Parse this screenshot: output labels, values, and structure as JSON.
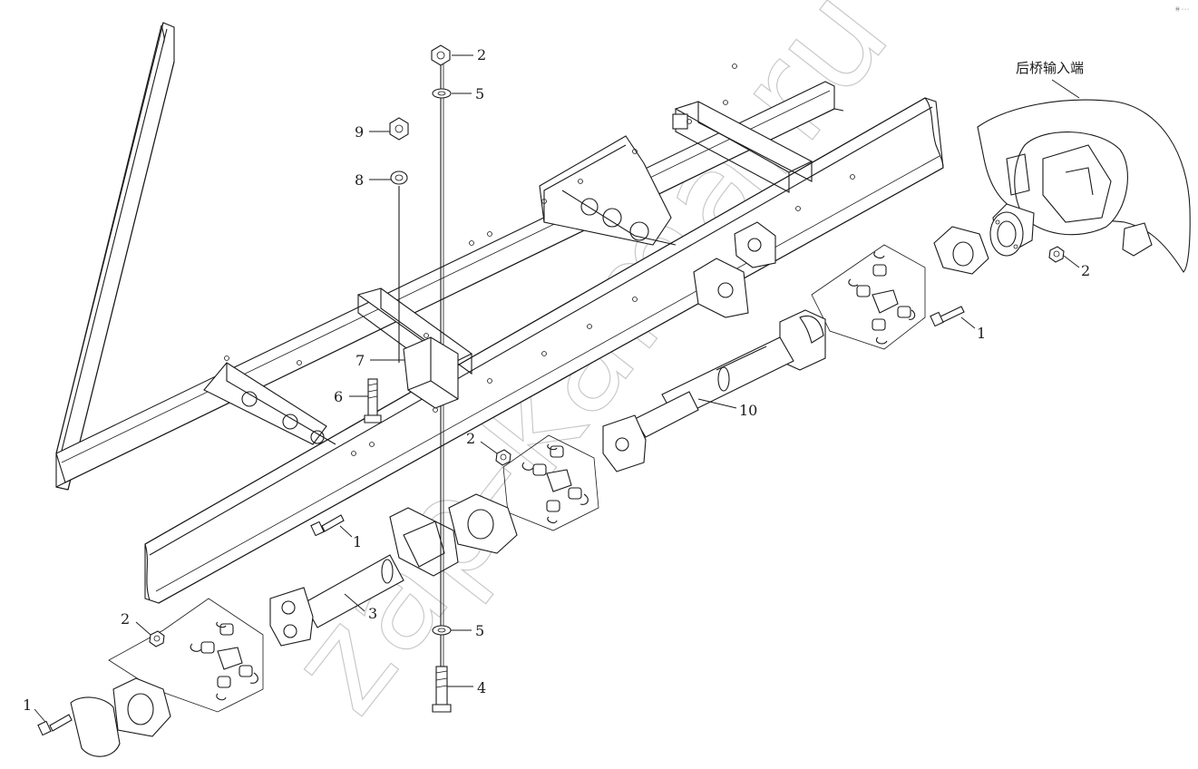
{
  "diagram": {
    "heading_label": "后桥输入端",
    "watermark": "zap-kama.ru",
    "corner_mark": "Ⓜ ◦◦◦",
    "callouts": [
      {
        "id": "c-2-top-nut",
        "text": "2"
      },
      {
        "id": "c-5-top-washer",
        "text": "5"
      },
      {
        "id": "c-9-nut",
        "text": "9"
      },
      {
        "id": "c-8-washer",
        "text": "8"
      },
      {
        "id": "c-7-bracket",
        "text": "7"
      },
      {
        "id": "c-6-bolt",
        "text": "6"
      },
      {
        "id": "c-2-rear-nut",
        "text": "2"
      },
      {
        "id": "c-1-rear-bolt",
        "text": "1"
      },
      {
        "id": "c-10-shaft",
        "text": "10"
      },
      {
        "id": "c-2-mid-nut",
        "text": "2"
      },
      {
        "id": "c-1-mid-bolt",
        "text": "1"
      },
      {
        "id": "c-3-shaft",
        "text": "3"
      },
      {
        "id": "c-2-front-nut",
        "text": "2"
      },
      {
        "id": "c-5-bottom-washer",
        "text": "5"
      },
      {
        "id": "c-4-bolt",
        "text": "4"
      },
      {
        "id": "c-1-front-bolt",
        "text": "1"
      }
    ]
  }
}
